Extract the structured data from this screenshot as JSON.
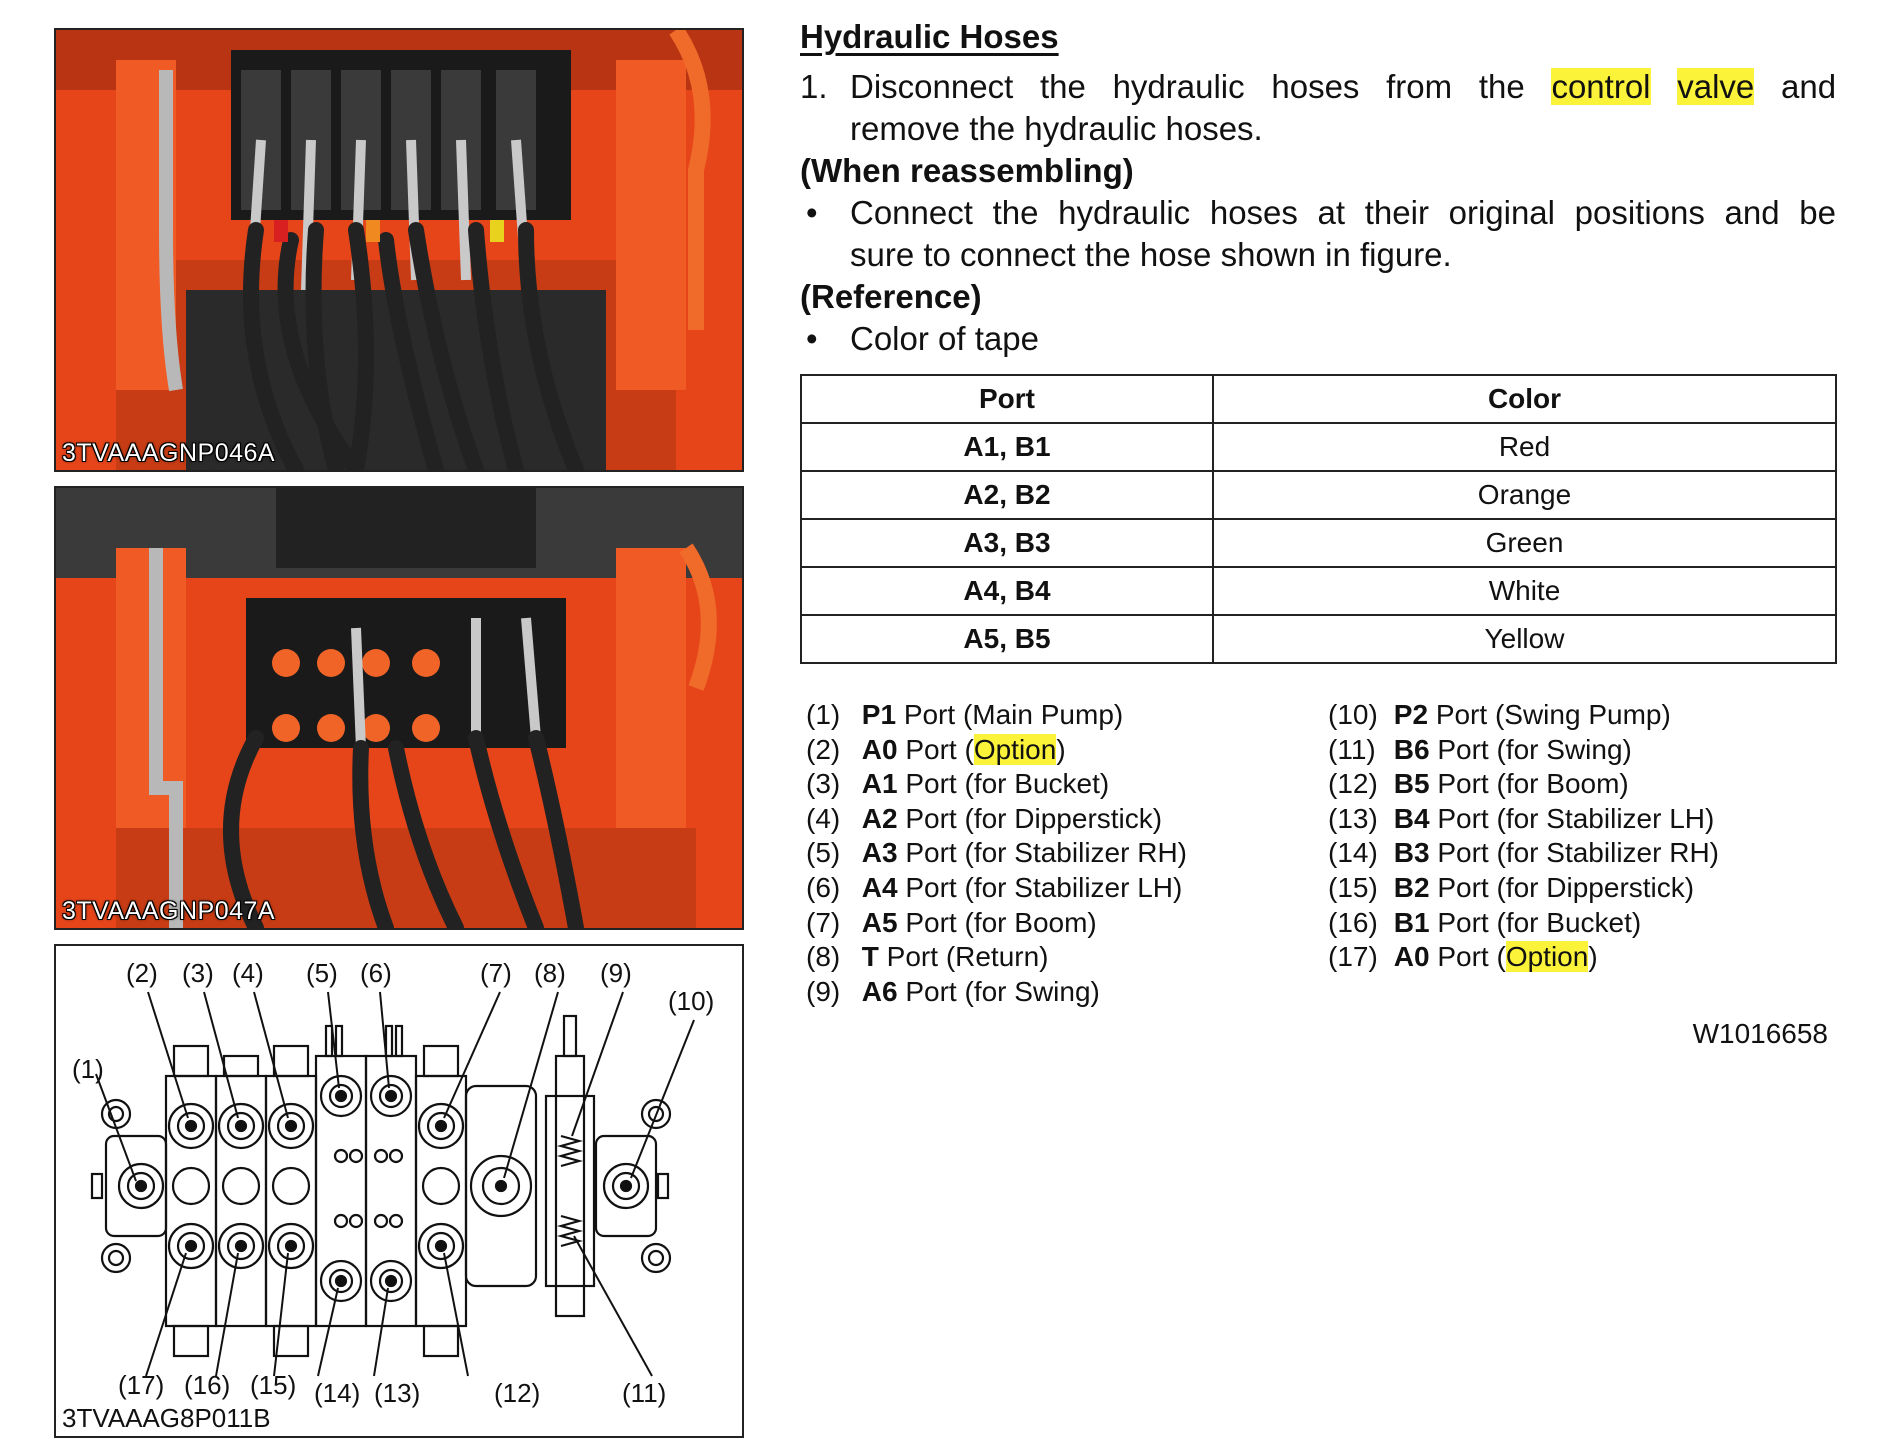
{
  "figures": {
    "photo1_code": "3TVAAAGNP046A",
    "photo2_code": "3TVAAAGNP047A",
    "diagram_code": "3TVAAAG8P011B",
    "callouts": [
      "(1)",
      "(2)",
      "(3)",
      "(4)",
      "(5)",
      "(6)",
      "(7)",
      "(8)",
      "(9)",
      "(10)",
      "(11)",
      "(12)",
      "(13)",
      "(14)",
      "(15)",
      "(16)",
      "(17)"
    ]
  },
  "section": {
    "title": "Hydraulic Hoses",
    "step_number": "1.",
    "step_line1": [
      "Disconnect",
      "the",
      "hydraulic",
      "hoses",
      "from",
      "the"
    ],
    "step_hl1": "control",
    "step_hl2": "valve",
    "step_and": "and",
    "step_line2": "remove the hydraulic hoses.",
    "reassembling_heading": "(When reassembling)",
    "reassembling_bullet": "•",
    "reassembling_line1": "Connect the hydraulic hoses at their original positions and be",
    "reassembling_line2": "sure to connect the hose shown in figure.",
    "reference_heading": "(Reference)",
    "reference_bullet": "•",
    "reference_text": "Color of tape"
  },
  "table": {
    "headers": [
      "Port",
      "Color"
    ],
    "rows": [
      {
        "port": "A1, B1",
        "color": "Red"
      },
      {
        "port": "A2, B2",
        "color": "Orange"
      },
      {
        "port": "A3, B3",
        "color": "Green"
      },
      {
        "port": "A4, B4",
        "color": "White"
      },
      {
        "port": "A5, B5",
        "color": "Yellow"
      }
    ]
  },
  "legend": {
    "port_word": "Port",
    "left": [
      {
        "num": "(1)",
        "code": "P1",
        "rest": "(Main Pump)"
      },
      {
        "num": "(2)",
        "code": "A0",
        "open": "(",
        "highlight": "Option",
        "close": ")"
      },
      {
        "num": "(3)",
        "code": "A1",
        "rest": "(for Bucket)"
      },
      {
        "num": "(4)",
        "code": "A2",
        "rest": "(for Dipperstick)"
      },
      {
        "num": "(5)",
        "code": "A3",
        "rest": "(for Stabilizer RH)"
      },
      {
        "num": "(6)",
        "code": "A4",
        "rest": "(for Stabilizer LH)"
      },
      {
        "num": "(7)",
        "code": "A5",
        "rest": "(for Boom)"
      },
      {
        "num": "(8)",
        "code": "T",
        "rest": "(Return)"
      },
      {
        "num": "(9)",
        "code": "A6",
        "rest": "(for Swing)"
      }
    ],
    "right": [
      {
        "num": "(10)",
        "code": "P2",
        "rest": "(Swing Pump)"
      },
      {
        "num": "(11)",
        "code": "B6",
        "rest": "(for Swing)"
      },
      {
        "num": "(12)",
        "code": "B5",
        "rest": "(for Boom)"
      },
      {
        "num": "(13)",
        "code": "B4",
        "rest": "(for Stabilizer LH)"
      },
      {
        "num": "(14)",
        "code": "B3",
        "rest": "(for Stabilizer RH)"
      },
      {
        "num": "(15)",
        "code": "B2",
        "rest": "(for Dipperstick)"
      },
      {
        "num": "(16)",
        "code": "B1",
        "rest": "(for Bucket)"
      },
      {
        "num": "(17)",
        "code": "A0",
        "open": "(",
        "highlight": "Option",
        "close": ")"
      }
    ]
  },
  "doc_id": "W1016658",
  "colors": {
    "highlight": "#fbf33a",
    "machine_orange": "#e84a18"
  }
}
